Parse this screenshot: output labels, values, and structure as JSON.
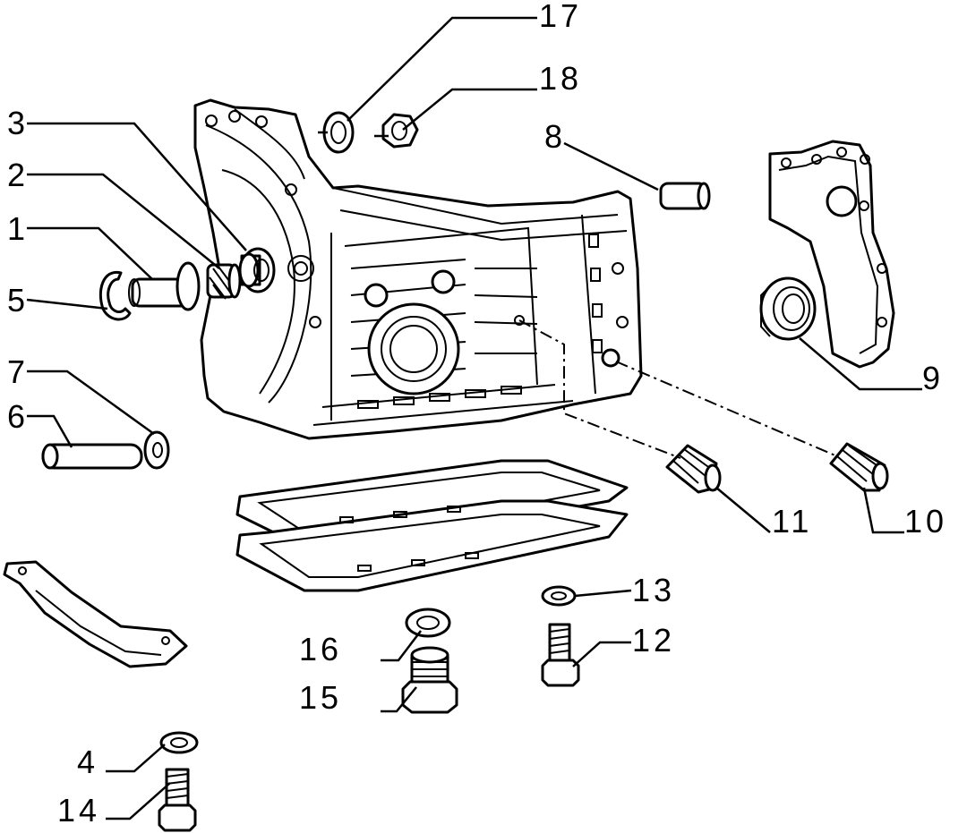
{
  "callouts": [
    {
      "id": "1",
      "text": "1"
    },
    {
      "id": "2",
      "text": "2"
    },
    {
      "id": "3",
      "text": "3"
    },
    {
      "id": "4",
      "text": "4"
    },
    {
      "id": "5",
      "text": "5"
    },
    {
      "id": "6",
      "text": "6"
    },
    {
      "id": "7",
      "text": "7"
    },
    {
      "id": "8",
      "text": "8"
    },
    {
      "id": "9",
      "text": "9"
    },
    {
      "id": "10",
      "text": "10"
    },
    {
      "id": "11",
      "text": "11"
    },
    {
      "id": "12",
      "text": "12"
    },
    {
      "id": "13",
      "text": "13"
    },
    {
      "id": "14",
      "text": "14"
    },
    {
      "id": "15",
      "text": "15"
    },
    {
      "id": "16",
      "text": "16"
    },
    {
      "id": "17",
      "text": "17"
    },
    {
      "id": "18",
      "text": "18"
    }
  ],
  "colors": {
    "ink": "#000000",
    "paper": "#ffffff"
  }
}
